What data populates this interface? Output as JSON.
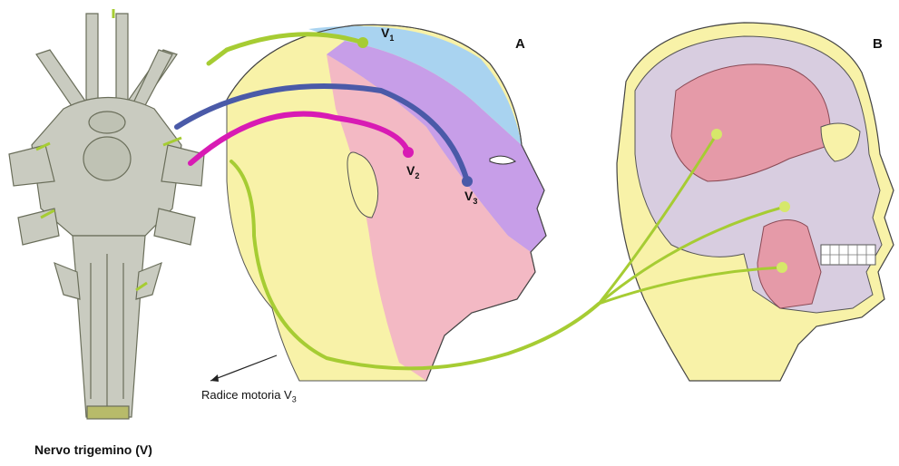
{
  "labels": {
    "panel_a": "A",
    "panel_b": "B",
    "v1": {
      "base": "V",
      "sub": "1"
    },
    "v2": {
      "base": "V",
      "sub": "2"
    },
    "v3": {
      "base": "V",
      "sub": "3"
    },
    "motor_root": {
      "text": "Radice motoria V",
      "sub": "3"
    },
    "caption": "Nervo trigemino (V)"
  },
  "colors": {
    "nerve_green": "#a6cc33",
    "v1_region": "#a9d3f0",
    "v2_region": "#c79ee8",
    "v3_region": "#f3b9c4",
    "head_skin": "#f8f2a8",
    "v1_nerve": "#a6cc33",
    "v2_nerve": "#d81bb4",
    "v3_nerve": "#4a5aa8",
    "muscle": "#e59aa8",
    "skull": "#d8cde0"
  }
}
